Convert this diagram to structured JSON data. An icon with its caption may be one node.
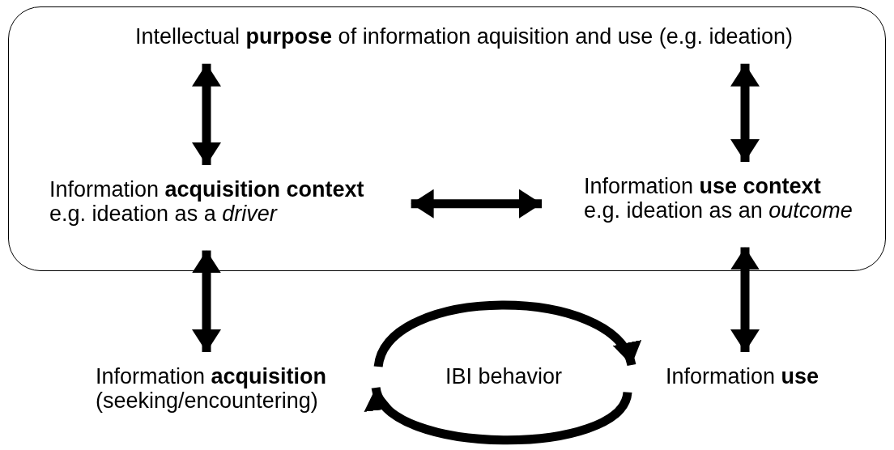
{
  "diagram": {
    "nodes": [
      {
        "text": [],
        "shape": "box"
      },
      {
        "text": [
          "Intellectual **purpose** of information aquisition and use (e.g. ideation)"
        ],
        "in": 0
      },
      {
        "text": [
          "Information **acquisition context**",
          "e.g. ideation as a *driver*"
        ],
        "in": 0
      },
      {
        "text": [
          "Information **use context**",
          "e.g. ideation as an *outcome*"
        ],
        "in": 0
      },
      {
        "text": [
          "Information **acquisition**",
          "(seeking/encountering)"
        ]
      },
      {
        "text": [
          "IBI behavior"
        ]
      },
      {
        "text": [
          "Information **use**"
        ]
      }
    ],
    "edges": [
      {
        "from": 1,
        "to": 2,
        "arrow": "both"
      },
      {
        "from": 1,
        "to": 3,
        "arrow": "both"
      },
      {
        "from": 2,
        "to": 3,
        "arrow": "both"
      },
      {
        "from": 2,
        "to": 4,
        "arrow": "both"
      },
      {
        "from": 3,
        "to": 6,
        "arrow": "both"
      },
      {
        "from": 4,
        "to": 6,
        "arrow": "to"
      },
      {
        "from": 6,
        "to": 4,
        "arrow": "to"
      }
    ]
  }
}
